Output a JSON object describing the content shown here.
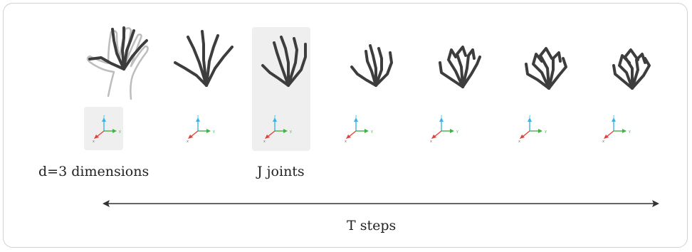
{
  "labels": {
    "dimensions": "d=3 dimensions",
    "joints": "J joints",
    "steps": "T steps"
  },
  "axis_labels": {
    "x": "x",
    "y": "y",
    "z": "z"
  },
  "colors": {
    "skeleton": "#3d3d3d",
    "hand_outline": "#bdbdbd",
    "highlight": "#efefef",
    "axis_x": "#e0453a",
    "axis_y": "#44b04a",
    "axis_z": "#3fb3de",
    "arrow": "#333333",
    "border": "#cfd1d4"
  },
  "frame_count": 7
}
